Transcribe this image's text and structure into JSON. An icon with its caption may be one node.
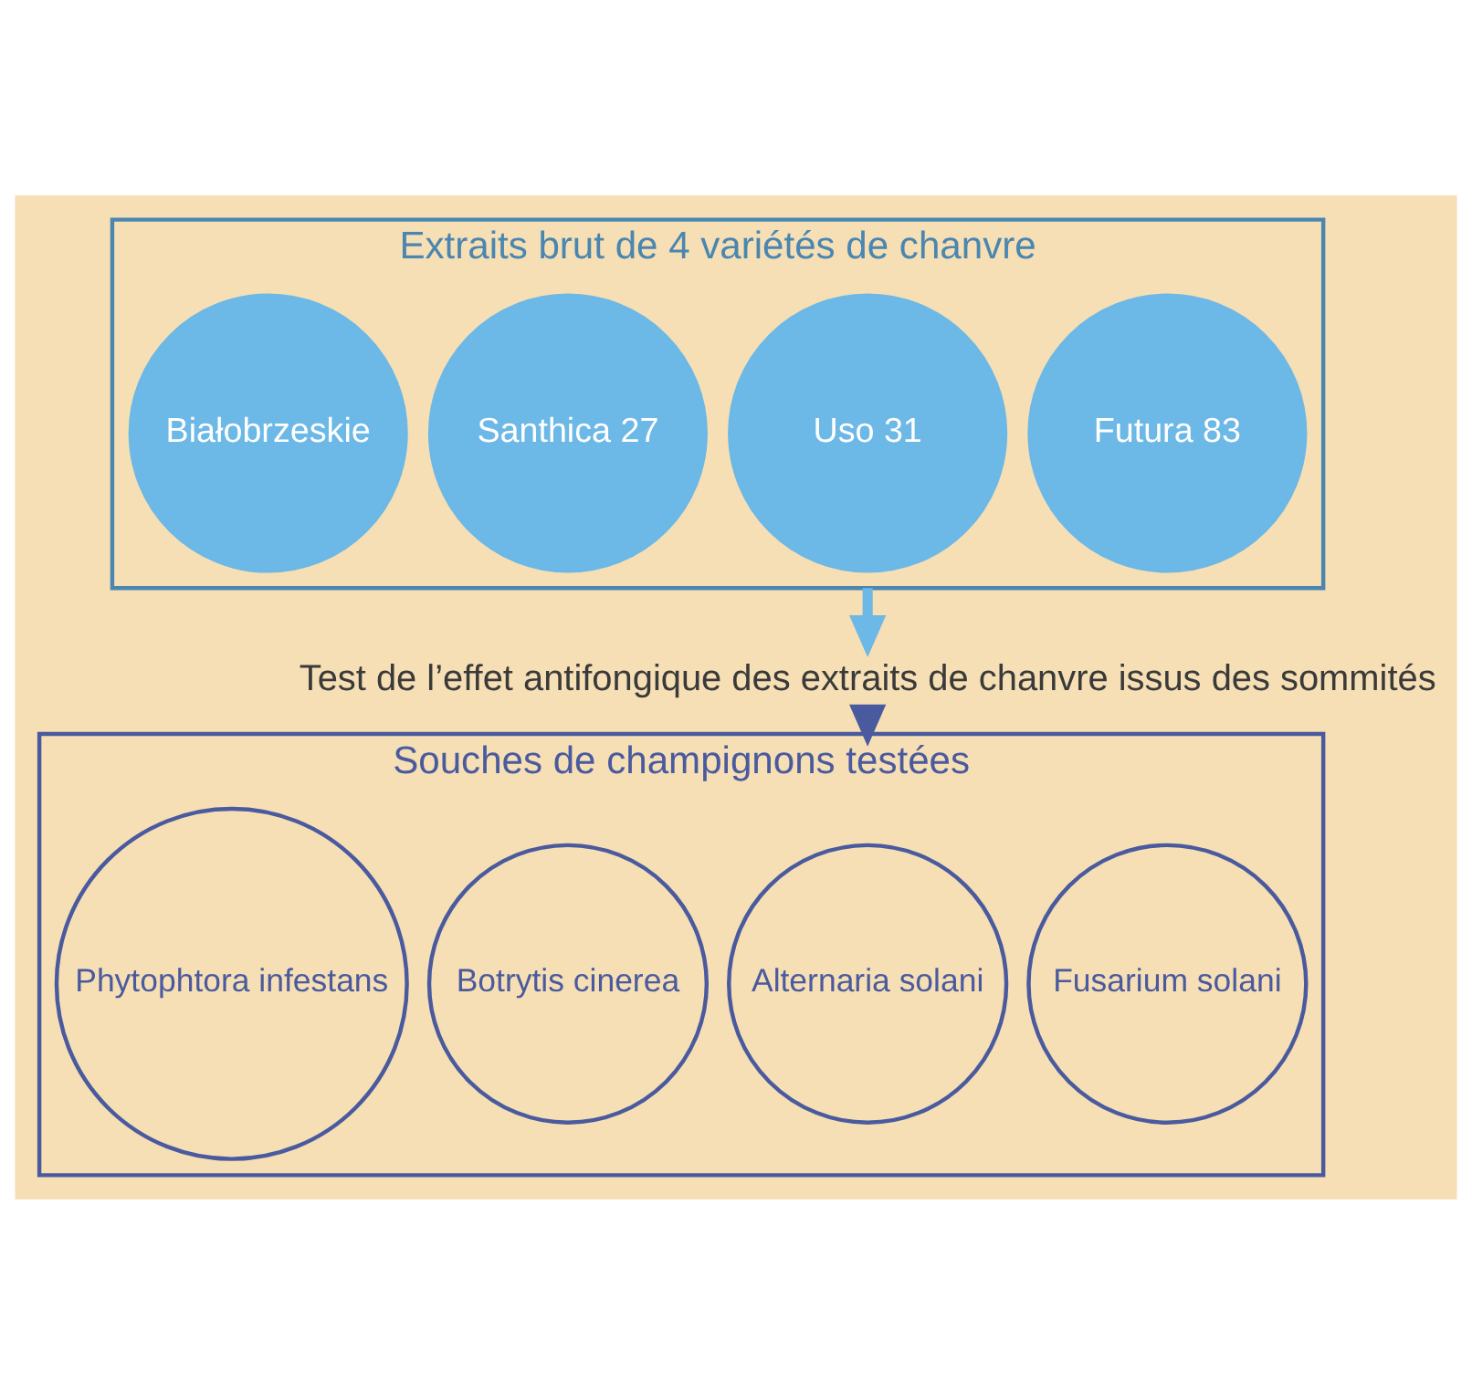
{
  "diagram": {
    "nodes": [
      {
        "text": [
          "Extraits brut de 4 variétés de chanvre"
        ]
      },
      {
        "text": [
          "Białobrzeskie"
        ],
        "in": 0
      },
      {
        "text": [
          "Santhica 27"
        ],
        "in": 0
      },
      {
        "text": [
          "Uso 31"
        ],
        "in": 0
      },
      {
        "text": [
          "Futura 83"
        ],
        "in": 0
      },
      {
        "text": [
          "Test de l’effet antifongique des extraits de chanvre issus des sommités"
        ]
      },
      {
        "text": [
          "Souches de champignons testées"
        ]
      },
      {
        "text": [
          "Phytophtora infestans"
        ],
        "in": 6
      },
      {
        "text": [
          "Botrytis cinerea"
        ],
        "in": 6
      },
      {
        "text": [
          "Alternaria solani"
        ],
        "in": 6
      },
      {
        "text": [
          "Fusarium solani"
        ],
        "in": 6
      }
    ],
    "edges": [
      {
        "from": 0,
        "to": 5,
        "arrow": "to",
        "color": "#6cb8e6"
      },
      {
        "from": 5,
        "to": 6,
        "arrow": "to",
        "color": "#4a5a9e"
      }
    ]
  }
}
